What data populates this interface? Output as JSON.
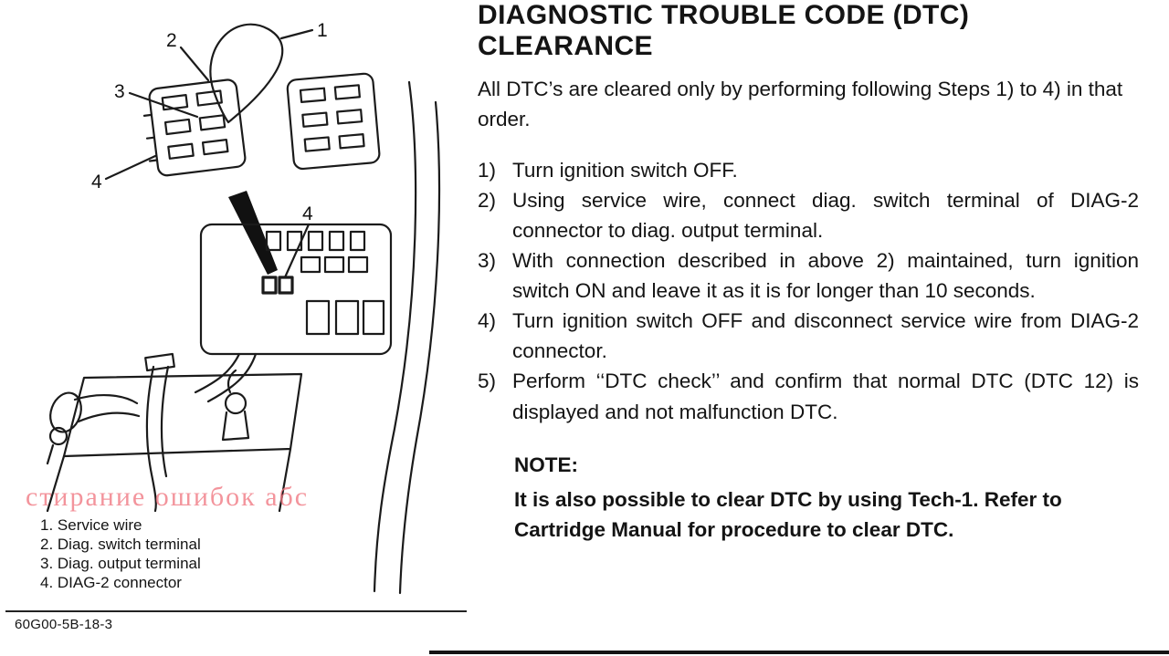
{
  "page": {
    "title_line1": "DIAGNOSTIC TROUBLE CODE (DTC)",
    "title_line2": "CLEARANCE",
    "intro": "All DTC’s are cleared only by performing following Steps 1) to 4) in that order.",
    "steps": [
      {
        "num": "1)",
        "text": "Turn ignition switch OFF."
      },
      {
        "num": "2)",
        "text": "Using service wire, connect diag. switch terminal of DIAG-2 connector to diag. output terminal."
      },
      {
        "num": "3)",
        "text": "With connection described in above 2) maintained, turn ignition switch ON and leave it as it is for longer than 10 seconds."
      },
      {
        "num": "4)",
        "text": "Turn ignition switch OFF and disconnect service wire from DIAG-2 connector."
      },
      {
        "num": "5)",
        "text": "Perform ‘‘DTC check’’ and confirm that normal DTC (DTC 12) is displayed and not malfunction DTC."
      }
    ],
    "note_heading": "NOTE:",
    "note_text": "It is also possible to clear DTC by using Tech-1. Refer to Cartridge Manual for procedure to clear DTC."
  },
  "figure": {
    "watermark": "стирание ошибок абс",
    "callouts": [
      "1",
      "2",
      "3",
      "4",
      "4"
    ],
    "legend": [
      "1. Service wire",
      "2. Diag. switch terminal",
      "3. Diag. output terminal",
      "4. DIAG-2 connector"
    ],
    "code": "60G00-5B-18-3"
  }
}
